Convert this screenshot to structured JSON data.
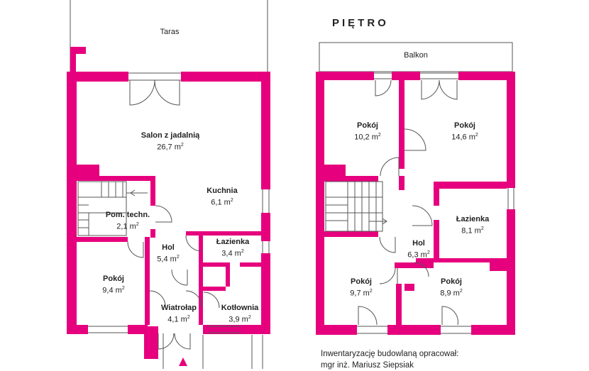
{
  "colors": {
    "wall": "#e6007e",
    "line": "#555555",
    "background": "#ffffff"
  },
  "floor_title": "PIĘTRO",
  "area_unit": "m",
  "area_exp": "2",
  "ground_floor": {
    "outdoor": {
      "terrace": "Taras"
    },
    "rooms": {
      "salon": {
        "name": "Salon z jadalnią",
        "area": "26,7"
      },
      "kuchnia": {
        "name": "Kuchnia",
        "area": "6,1"
      },
      "pom_techn": {
        "name": "Pom. techn.",
        "area": "2,1"
      },
      "hol": {
        "name": "Hol",
        "area": "5,4"
      },
      "lazienka": {
        "name": "Łazienka",
        "area": "3,4"
      },
      "pokoj": {
        "name": "Pokój",
        "area": "9,4"
      },
      "wiatrolap": {
        "name": "Wiatrołap",
        "area": "4,1"
      },
      "kotlownia": {
        "name": "Kotłownia",
        "area": "3,9"
      }
    }
  },
  "first_floor": {
    "outdoor": {
      "balcony": "Balkon"
    },
    "rooms": {
      "pokoj1": {
        "name": "Pokój",
        "area": "10,2"
      },
      "pokoj2": {
        "name": "Pokój",
        "area": "14,6"
      },
      "lazienka": {
        "name": "Łazienka",
        "area": "8,1"
      },
      "hol": {
        "name": "Hol",
        "area": "6,3"
      },
      "pokoj3": {
        "name": "Pokój",
        "area": "9,7"
      },
      "pokoj4": {
        "name": "Pokój",
        "area": "8,9"
      }
    }
  },
  "credit": {
    "line1": "Inwentaryzację budowlaną opracował:",
    "line2": "mgr inż. Mariusz Siepsiak"
  }
}
